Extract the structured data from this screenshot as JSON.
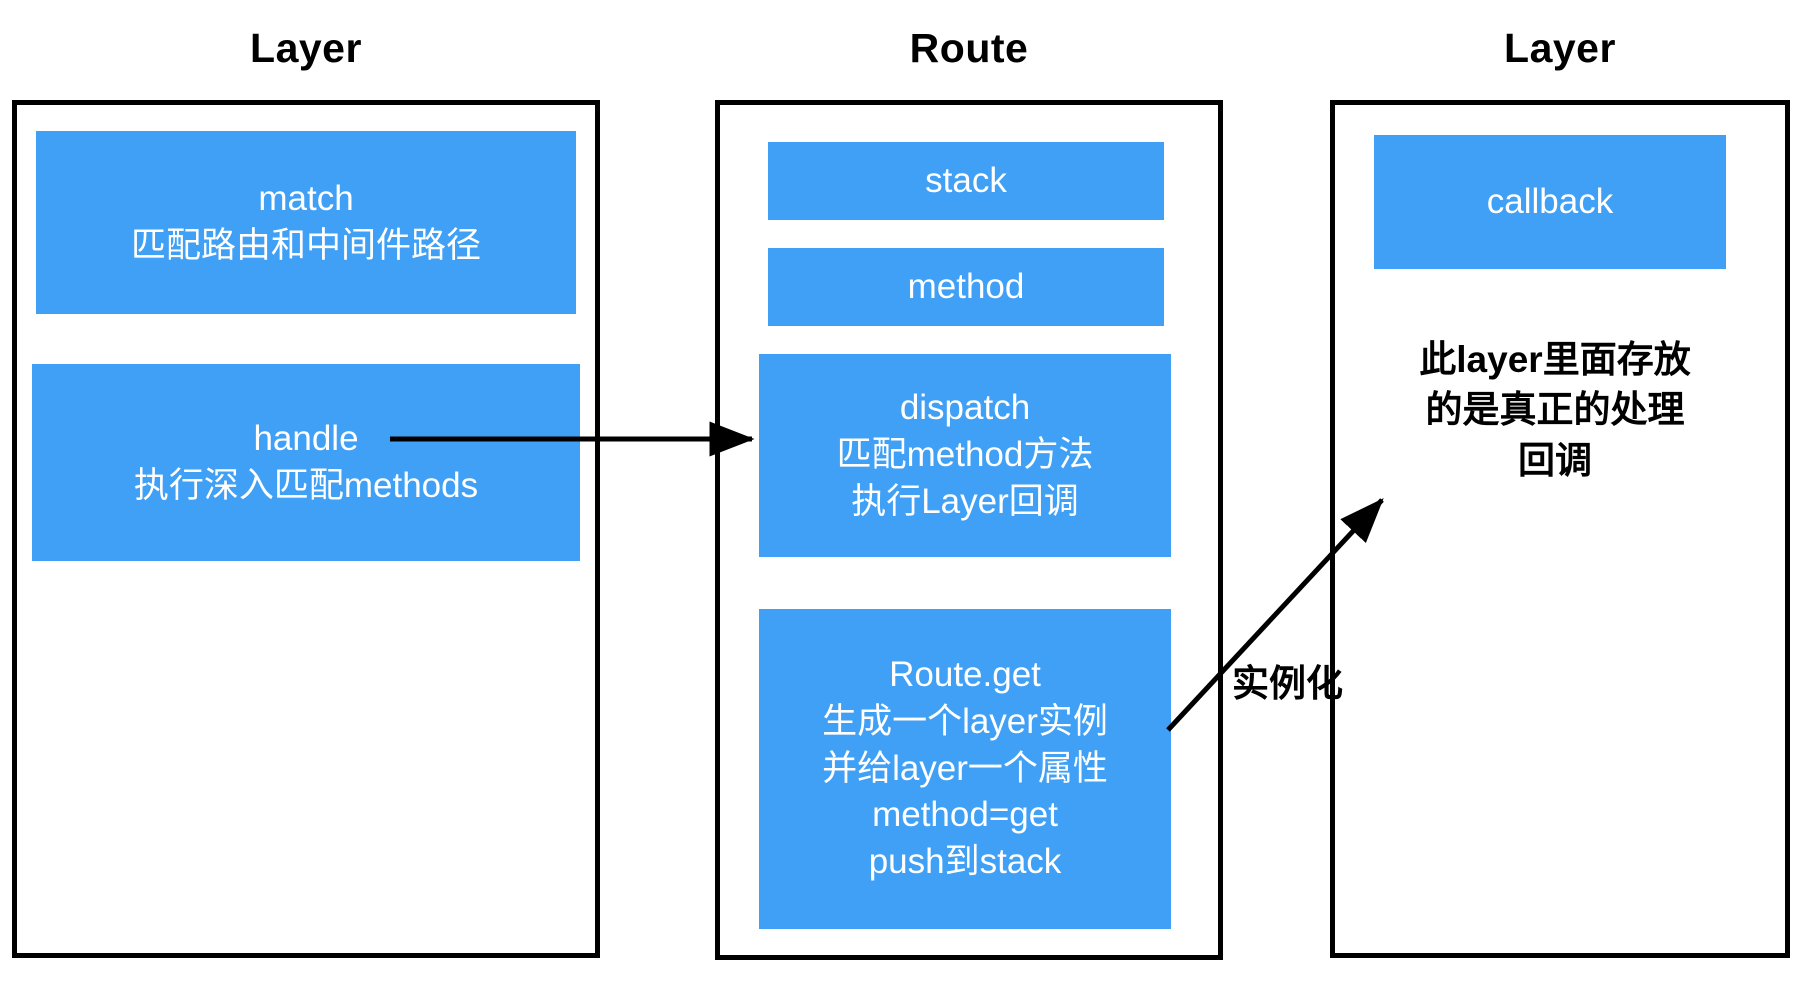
{
  "diagram": {
    "title_bar": null,
    "background": "#ffffff",
    "accent_blue": "#40a0f6",
    "border_color": "#000000",
    "text_on_blue": "#ffffff"
  },
  "columns": [
    {
      "id": "layer-left",
      "header": "Layer",
      "boxes": [
        {
          "id": "match",
          "lines": [
            "match",
            "匹配路由和中间件路径"
          ]
        },
        {
          "id": "handle",
          "lines": [
            "handle",
            "执行深入匹配methods"
          ]
        }
      ]
    },
    {
      "id": "route",
      "header": "Route",
      "boxes": [
        {
          "id": "stack",
          "lines": [
            "stack"
          ]
        },
        {
          "id": "method",
          "lines": [
            "method"
          ]
        },
        {
          "id": "dispatch",
          "lines": [
            "dispatch",
            "匹配method方法",
            "执行Layer回调"
          ]
        },
        {
          "id": "route-get",
          "lines": [
            "Route.get",
            "生成一个layer实例",
            "并给layer一个属性",
            "method=get",
            "push到stack"
          ]
        }
      ]
    },
    {
      "id": "layer-right",
      "header": "Layer",
      "boxes": [
        {
          "id": "callback",
          "lines": [
            "callback"
          ]
        }
      ],
      "note": {
        "id": "layer-right-note",
        "lines": [
          "此layer里面存放",
          "的是真正的处理",
          "回调"
        ]
      }
    }
  ],
  "arrows": [
    {
      "id": "handle-to-dispatch",
      "from": "handle",
      "to": "dispatch",
      "label": "",
      "style": "straight-horizontal"
    },
    {
      "id": "route-get-to-layer-right",
      "from": "route-get",
      "to": "layer-right",
      "label": "实例化",
      "style": "straight-diagonal"
    }
  ]
}
